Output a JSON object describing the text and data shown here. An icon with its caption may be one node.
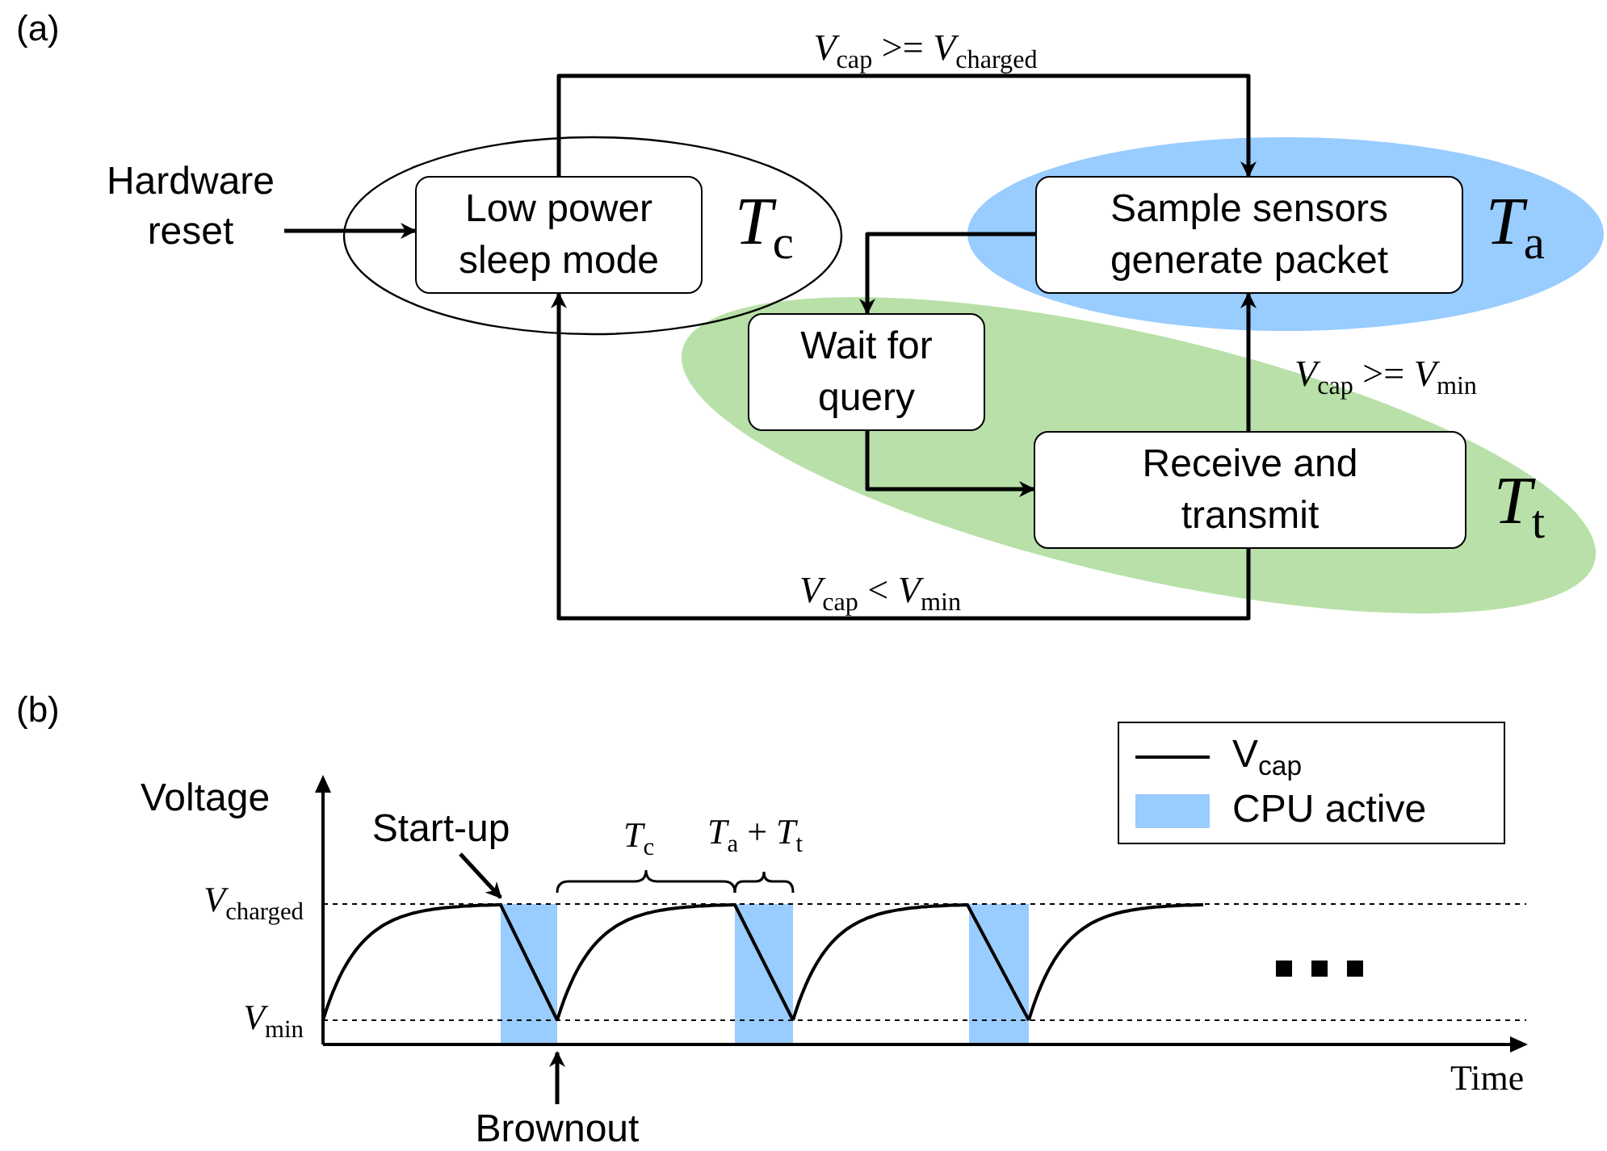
{
  "diagram": {
    "nodes": [
      {
        "text": [
          "*T*$_{c}$"
        ]
      },
      {
        "text": [
          "Low power sleep mode"
        ],
        "in": 0
      },
      {
        "text": [
          "*T*$_{a}$"
        ]
      },
      {
        "text": [
          "Sample sensors generate packet"
        ],
        "in": 2
      },
      {
        "text": [
          "*T*$_{t}$"
        ]
      },
      {
        "text": [
          "Wait for query"
        ],
        "in": 4
      },
      {
        "text": [
          "Receive and transmit"
        ],
        "in": 4
      },
      {
        "text": [
          "Hardware reset"
        ]
      },
      {
        "text": [
          "Start-up"
        ]
      },
      {
        "text": [
          "Brownout"
        ]
      },
      {
        "text": [],
        "shape": "picture"
      }
    ],
    "edges": [
      {
        "from": 7,
        "to": 1,
        "arrow": "to"
      },
      {
        "from": 1,
        "to": 3,
        "arrow": "to",
        "label": "*V*$_{cap}$ >= *V*$_{charged}$"
      },
      {
        "from": 3,
        "to": 5,
        "arrow": "to"
      },
      {
        "from": 5,
        "to": 6,
        "arrow": "to"
      },
      {
        "from": 6,
        "to": 3,
        "arrow": "to",
        "label": "*V*$_{cap}$ >= *V*$_{min}$"
      },
      {
        "from": 6,
        "to": 1,
        "arrow": "to",
        "label": "*V*$_{cap}$ < *V*$_{min}$"
      },
      {
        "from": 8,
        "to": 10,
        "arrow": "to"
      },
      {
        "from": 9,
        "to": 10,
        "arrow": "to"
      }
    ],
    "labels": [
      "(a)",
      "(b)",
      "Voltage",
      "*V*$_{charged}$",
      "*V*$_{min}$",
      "Time",
      "*T*$_{c}$",
      "*T*$_{a}$ + *T*$_{t}$"
    ],
    "legend": [
      {
        "text": "V$_{cap}$"
      },
      {
        "text": "CPU active",
        "color": "#99ccff"
      }
    ]
  }
}
